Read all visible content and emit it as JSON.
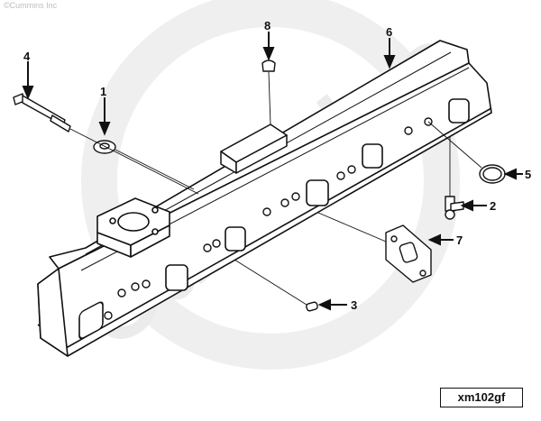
{
  "copyright": "©Cummins Inc",
  "watermark": "Cummins",
  "drawing_id": "xm102gf",
  "callouts": {
    "c1": "1",
    "c2": "2",
    "c3": "3",
    "c4": "4",
    "c5": "5",
    "c6": "6",
    "c7": "7",
    "c8": "8"
  },
  "colors": {
    "line": "#111111",
    "watermark": "#e9e9e9",
    "copyright": "#bdbdbd"
  }
}
